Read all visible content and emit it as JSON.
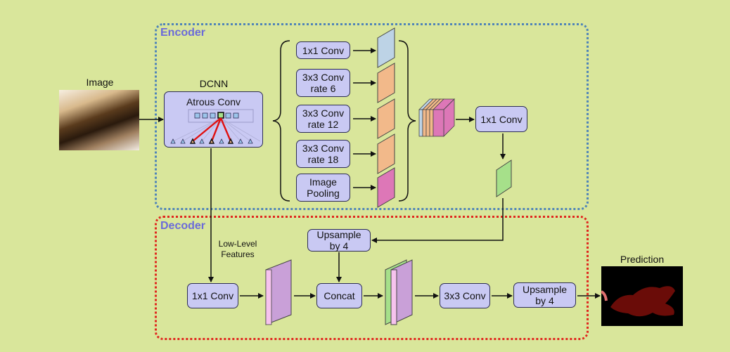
{
  "encoder": {
    "title": "Encoder"
  },
  "decoder": {
    "title": "Decoder"
  },
  "input": {
    "label": "Image"
  },
  "dcnn": {
    "label": "DCNN",
    "atrous": "Atrous Conv"
  },
  "aspp": [
    {
      "label": "1x1 Conv",
      "color": "#bdd3e6"
    },
    {
      "label": "3x3 Conv\nrate 6",
      "color": "#f2b98a"
    },
    {
      "label": "3x3 Conv\nrate 12",
      "color": "#f2b98a"
    },
    {
      "label": "3x3 Conv\nrate 18",
      "color": "#f2b98a"
    },
    {
      "label": "Image\nPooling",
      "color": "#dd77b7"
    }
  ],
  "enc_conv": {
    "label": "1x1 Conv"
  },
  "low_level": {
    "label": "Low-Level\nFeatures"
  },
  "upsample1": {
    "label": "Upsample\nby 4"
  },
  "dec_conv1": {
    "label": "1x1 Conv"
  },
  "concat": {
    "label": "Concat"
  },
  "dec_conv3": {
    "label": "3x3 Conv"
  },
  "upsample2": {
    "label": "Upsample\nby 4"
  },
  "prediction": {
    "label": "Prediction"
  },
  "colors": {
    "blue": "#bdd3e6",
    "orange": "#f2b98a",
    "pink": "#dd77b7",
    "green": "#a6e08a",
    "lilac": "#c9a0d8",
    "lightpink": "#f6c3ee"
  }
}
